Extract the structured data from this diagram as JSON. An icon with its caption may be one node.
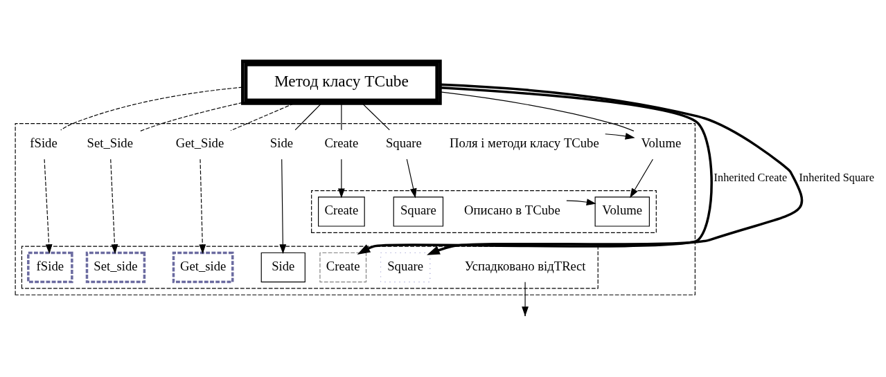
{
  "diagram": {
    "nodes": [
      {
        "text": [],
        "shape": "box"
      },
      {
        "text": [
          "Метод класу TCube"
        ]
      },
      {
        "text": [
          "fSide"
        ],
        "in": 0
      },
      {
        "text": [
          "Create"
        ],
        "in": 0
      },
      {
        "text": [
          "Set_Side"
        ],
        "in": 0
      },
      {
        "text": [
          "Get_Side"
        ],
        "in": 0
      },
      {
        "text": [
          "Side"
        ],
        "in": 0
      },
      {
        "text": [
          "Square"
        ],
        "in": 0
      },
      {
        "text": [
          "Volume"
        ],
        "in": 0
      },
      {
        "text": [
          "Поля і методи класу TCube"
        ],
        "in": 0
      },
      {
        "text": [],
        "shape": "box",
        "in": 0
      },
      {
        "text": [
          "Create"
        ],
        "in": 10
      },
      {
        "text": [
          "Square"
        ],
        "in": 10
      },
      {
        "text": [
          "Volume"
        ],
        "in": 10
      },
      {
        "text": [
          "Описано в TCube"
        ],
        "in": 10
      },
      {
        "text": [],
        "shape": "box",
        "in": 0
      },
      {
        "text": [
          "fSide"
        ],
        "in": 15
      },
      {
        "text": [
          "Create"
        ],
        "in": 15
      },
      {
        "text": [
          "Set_side"
        ],
        "in": 15
      },
      {
        "text": [
          "Get_side"
        ],
        "in": 15
      },
      {
        "text": [
          "Side"
        ],
        "in": 15
      },
      {
        "text": [
          "Square"
        ],
        "in": 15
      },
      {
        "text": [
          "Успадковано відTRect"
        ],
        "in": 15
      }
    ],
    "edges": [
      {
        "from": 1,
        "to": 2,
        "arrow": "none",
        "style": "dashed"
      },
      {
        "from": 2,
        "to": 16,
        "arrow": "to",
        "style": "dashed"
      },
      {
        "from": 1,
        "to": 3,
        "arrow": "none"
      },
      {
        "from": 3,
        "to": 11,
        "arrow": "to"
      },
      {
        "from": 1,
        "to": 17,
        "arrow": "to",
        "style": "thick",
        "label": "Inherited Create"
      },
      {
        "from": 1,
        "to": 4,
        "arrow": "none",
        "style": "dashed"
      },
      {
        "from": 4,
        "to": 18,
        "arrow": "to",
        "style": "dashed"
      },
      {
        "from": 1,
        "to": 5,
        "arrow": "none",
        "style": "dashed"
      },
      {
        "from": 5,
        "to": 19,
        "arrow": "to",
        "style": "dashed"
      },
      {
        "from": 1,
        "to": 6,
        "arrow": "none"
      },
      {
        "from": 6,
        "to": 20,
        "arrow": "to"
      },
      {
        "from": 1,
        "to": 21,
        "arrow": "to",
        "style": "thick",
        "label": "Inherited Square"
      },
      {
        "from": 1,
        "to": 7,
        "arrow": "none"
      },
      {
        "from": 7,
        "to": 12,
        "arrow": "to"
      },
      {
        "from": 1,
        "to": 8,
        "arrow": "none"
      },
      {
        "from": 8,
        "to": 13,
        "arrow": "to"
      },
      {
        "from": 9,
        "to": 8,
        "arrow": "to"
      },
      {
        "from": 14,
        "to": 13,
        "arrow": "to"
      },
      {
        "from": 22,
        "to": null,
        "arrow": "to"
      }
    ]
  }
}
